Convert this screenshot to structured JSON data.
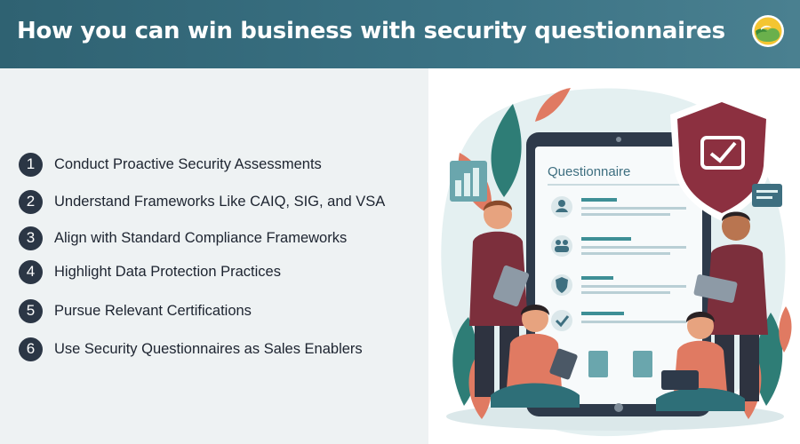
{
  "header": {
    "title": "How you can win business with security questionnaires",
    "logo_icon": "cloud-sun-logo-icon"
  },
  "steps": [
    {
      "number": "1",
      "label": "Conduct Proactive Security Assessments"
    },
    {
      "number": "2",
      "label": "Understand Frameworks Like CAIQ, SIG, and VSA"
    },
    {
      "number": "3",
      "label": "Align with Standard Compliance Frameworks"
    },
    {
      "number": "4",
      "label": "Highlight Data Protection Practices"
    },
    {
      "number": "5",
      "label": "Pursue Relevant Certifications"
    },
    {
      "number": "6",
      "label": "Use Security Questionnaires as Sales Enablers"
    }
  ],
  "illustration": {
    "screen_title": "Questionnaire",
    "icons": [
      "shield-check-icon",
      "user-icon",
      "people-icon",
      "shield-icon",
      "check-icon"
    ]
  },
  "colors": {
    "header": "#2f6272",
    "badge": "#2b3645",
    "shield": "#8c3040",
    "accent_teal": "#3a7f88",
    "accent_coral": "#e07a62"
  }
}
